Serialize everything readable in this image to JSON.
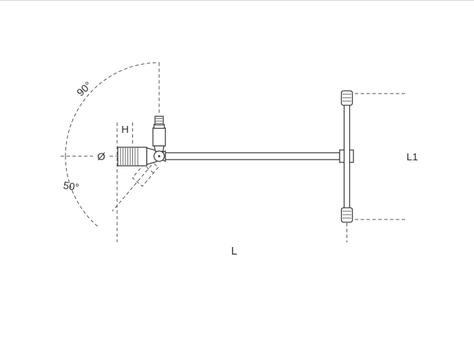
{
  "diagram": {
    "labels": {
      "angle_90": "90°",
      "angle_50": "50°",
      "height": "H",
      "diameter": "Ø",
      "length": "L",
      "handle_length": "L1"
    },
    "colors": {
      "line": "#383838",
      "dashed_line": "#4a4a4a",
      "background": "#ffffff",
      "border_top": "#d6d6d6"
    }
  }
}
